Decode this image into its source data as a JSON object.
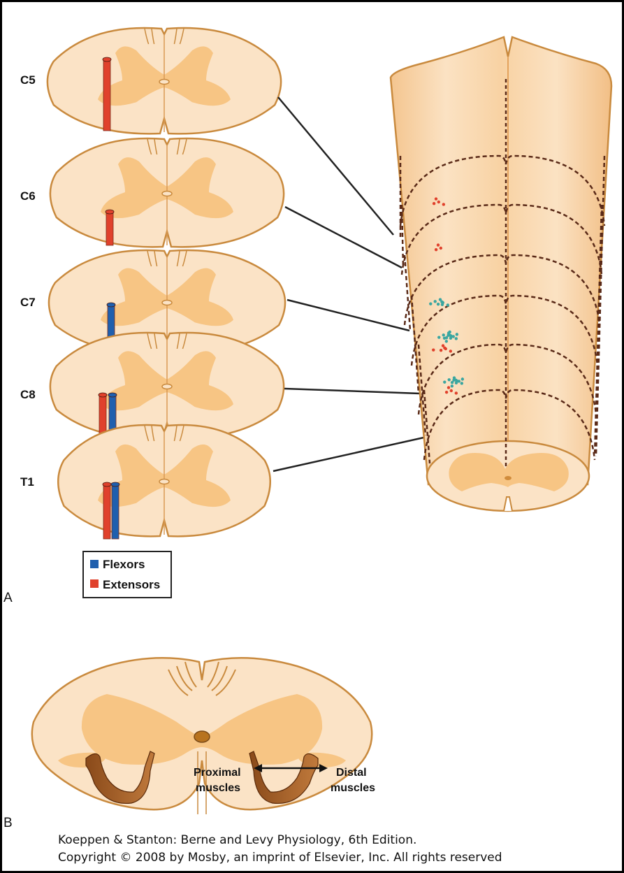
{
  "segments": [
    "C5",
    "C6",
    "C7",
    "C8",
    "T1"
  ],
  "panels": {
    "a": "A",
    "b": "B"
  },
  "legend": {
    "items": [
      {
        "label": "Flexors",
        "color": "#1f5fae"
      },
      {
        "label": "Extensors",
        "color": "#e0412c"
      }
    ]
  },
  "panel_b": {
    "proximal": [
      "Proximal",
      "muscles"
    ],
    "distal": [
      "Distal",
      "muscles"
    ]
  },
  "credit": {
    "line1": "Koeppen & Stanton: Berne and Levy Physiology, 6th Edition.",
    "line2": "Copyright © 2008 by Mosby, an imprint of Elsevier, Inc. All rights reserved"
  },
  "colors": {
    "white_matter": "#fbe3c6",
    "gray_matter": "#f7c584",
    "outline": "#c98a3e",
    "flexor": "#1f5fae",
    "extensor": "#e0412c",
    "teal_dot": "#3aa6a0",
    "dash": "#5a2a18"
  }
}
